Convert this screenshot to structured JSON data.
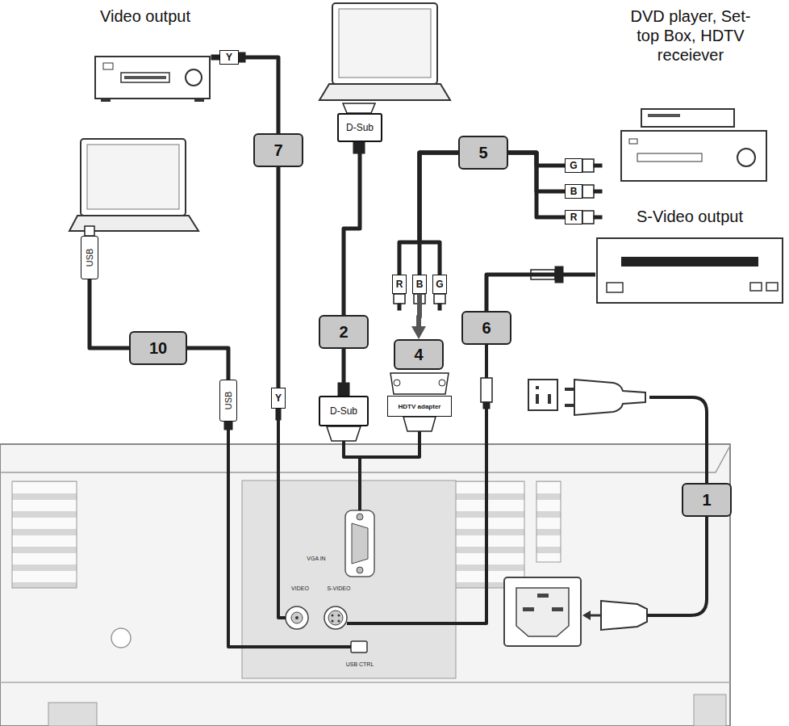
{
  "diagram": {
    "nodes": [
      {
        "text": [
          "Video output"
        ]
      },
      {
        "text": [
          "Y"
        ]
      },
      {
        "text": [
          "D-Sub"
        ]
      },
      {
        "text": [
          "DVD player, Set-top Box, HDTV receiever"
        ]
      },
      {
        "text": [
          "G"
        ]
      },
      {
        "text": [
          "B"
        ]
      },
      {
        "text": [
          "R"
        ]
      },
      {
        "text": [
          "7"
        ]
      },
      {
        "text": [
          "5"
        ]
      },
      {
        "text": [
          "S-Video output"
        ]
      },
      {
        "text": [
          "USB"
        ]
      },
      {
        "text": [
          "R"
        ]
      },
      {
        "text": [
          "B"
        ]
      },
      {
        "text": [
          "G"
        ]
      },
      {
        "text": [
          "2"
        ]
      },
      {
        "text": [
          "6"
        ]
      },
      {
        "text": [
          "10"
        ]
      },
      {
        "text": [
          "4"
        ]
      },
      {
        "text": [
          "D-Sub"
        ]
      },
      {
        "text": [
          "HDTV adapter"
        ]
      },
      {
        "text": [
          "USB"
        ]
      },
      {
        "text": [
          "Y"
        ]
      },
      {
        "text": [
          "1"
        ]
      }
    ],
    "edges": [
      {
        "from": 1,
        "to": 7,
        "arrow": "none"
      },
      {
        "from": 7,
        "to": 21,
        "arrow": "none"
      },
      {
        "from": 2,
        "to": 14,
        "arrow": "none"
      },
      {
        "from": 14,
        "to": 18,
        "arrow": "none"
      },
      {
        "from": 4,
        "to": 8,
        "arrow": "none"
      },
      {
        "from": 5,
        "to": 8,
        "arrow": "none"
      },
      {
        "from": 6,
        "to": 8,
        "arrow": "none"
      },
      {
        "from": 8,
        "to": 11,
        "arrow": "none"
      },
      {
        "from": 8,
        "to": 12,
        "arrow": "none"
      },
      {
        "from": 8,
        "to": 13,
        "arrow": "none"
      },
      {
        "from": 12,
        "to": 17,
        "arrow": "to"
      },
      {
        "from": 10,
        "to": 16,
        "arrow": "none"
      },
      {
        "from": 16,
        "to": 20,
        "arrow": "none"
      },
      {
        "from": 15,
        "to": 9,
        "arrow": "none"
      }
    ],
    "labels": [
      "VGA IN",
      "VIDEO",
      "S-VIDEO",
      "USB CTRL"
    ]
  }
}
